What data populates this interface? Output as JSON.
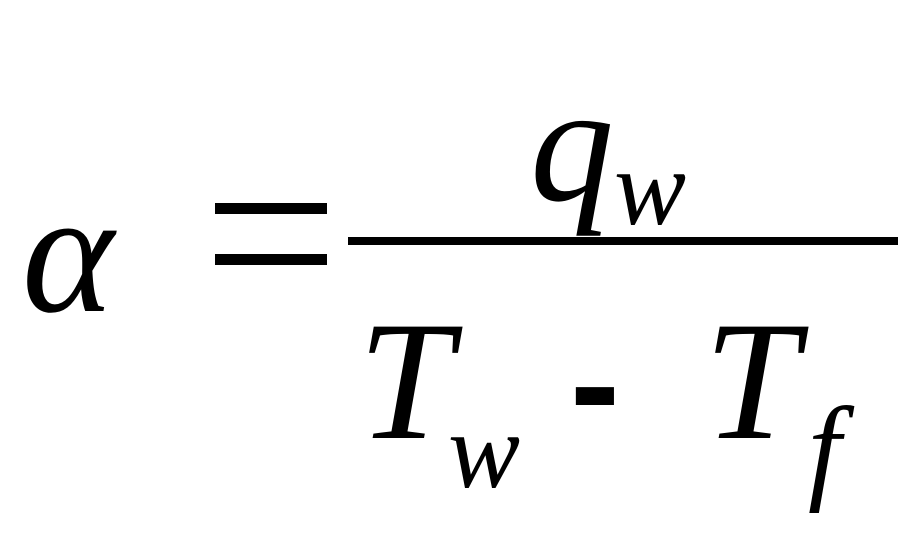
{
  "equation": {
    "lhs": "α",
    "equals": "=",
    "numerator": {
      "symbol": "q",
      "subscript": "w"
    },
    "denominator": {
      "term1": {
        "symbol": "T",
        "subscript": "w"
      },
      "operator": "-",
      "term2": {
        "symbol": "T",
        "subscript": "f"
      }
    }
  }
}
